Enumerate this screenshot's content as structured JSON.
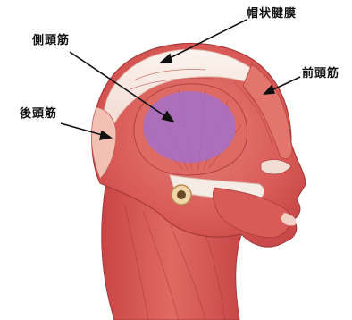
{
  "labels": {
    "galea": "帽状腱膜",
    "temporalis": "側頭筋",
    "frontalis": "前頭筋",
    "occipitalis": "後頭筋"
  },
  "colors": {
    "muscle": "#d9575a",
    "muscle_light": "#f0b7ac",
    "tendon": "#f6ece6",
    "highlight": "#a56fc9",
    "arrow": "#111111"
  }
}
